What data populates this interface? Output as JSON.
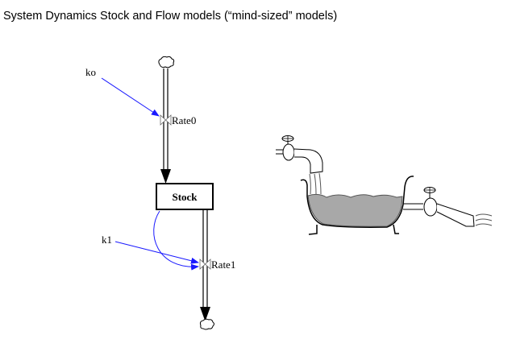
{
  "title": "System Dynamics Stock and Flow models (“mind-sized” models)",
  "diagram": {
    "stock": {
      "label": "Stock"
    },
    "inflow": {
      "label": "Rate0",
      "source": "cloud-icon"
    },
    "outflow": {
      "label": "Rate1",
      "sink": "cloud-icon"
    },
    "auxiliaries": [
      {
        "label": "ko",
        "links_to": "Rate0"
      },
      {
        "label": "k1",
        "links_to": "Rate1"
      }
    ],
    "info_links": [
      {
        "from": "ko",
        "to": "Rate0"
      },
      {
        "from": "k1",
        "to": "Rate1"
      },
      {
        "from": "Stock",
        "to": "Rate1"
      }
    ],
    "colors": {
      "link": "#1a1aff",
      "flow": "#000000",
      "water": "#a8a8a8"
    }
  },
  "illustration": {
    "name": "bathtub-analogy",
    "elements": [
      "faucet",
      "bathtub",
      "drain-valve"
    ]
  }
}
